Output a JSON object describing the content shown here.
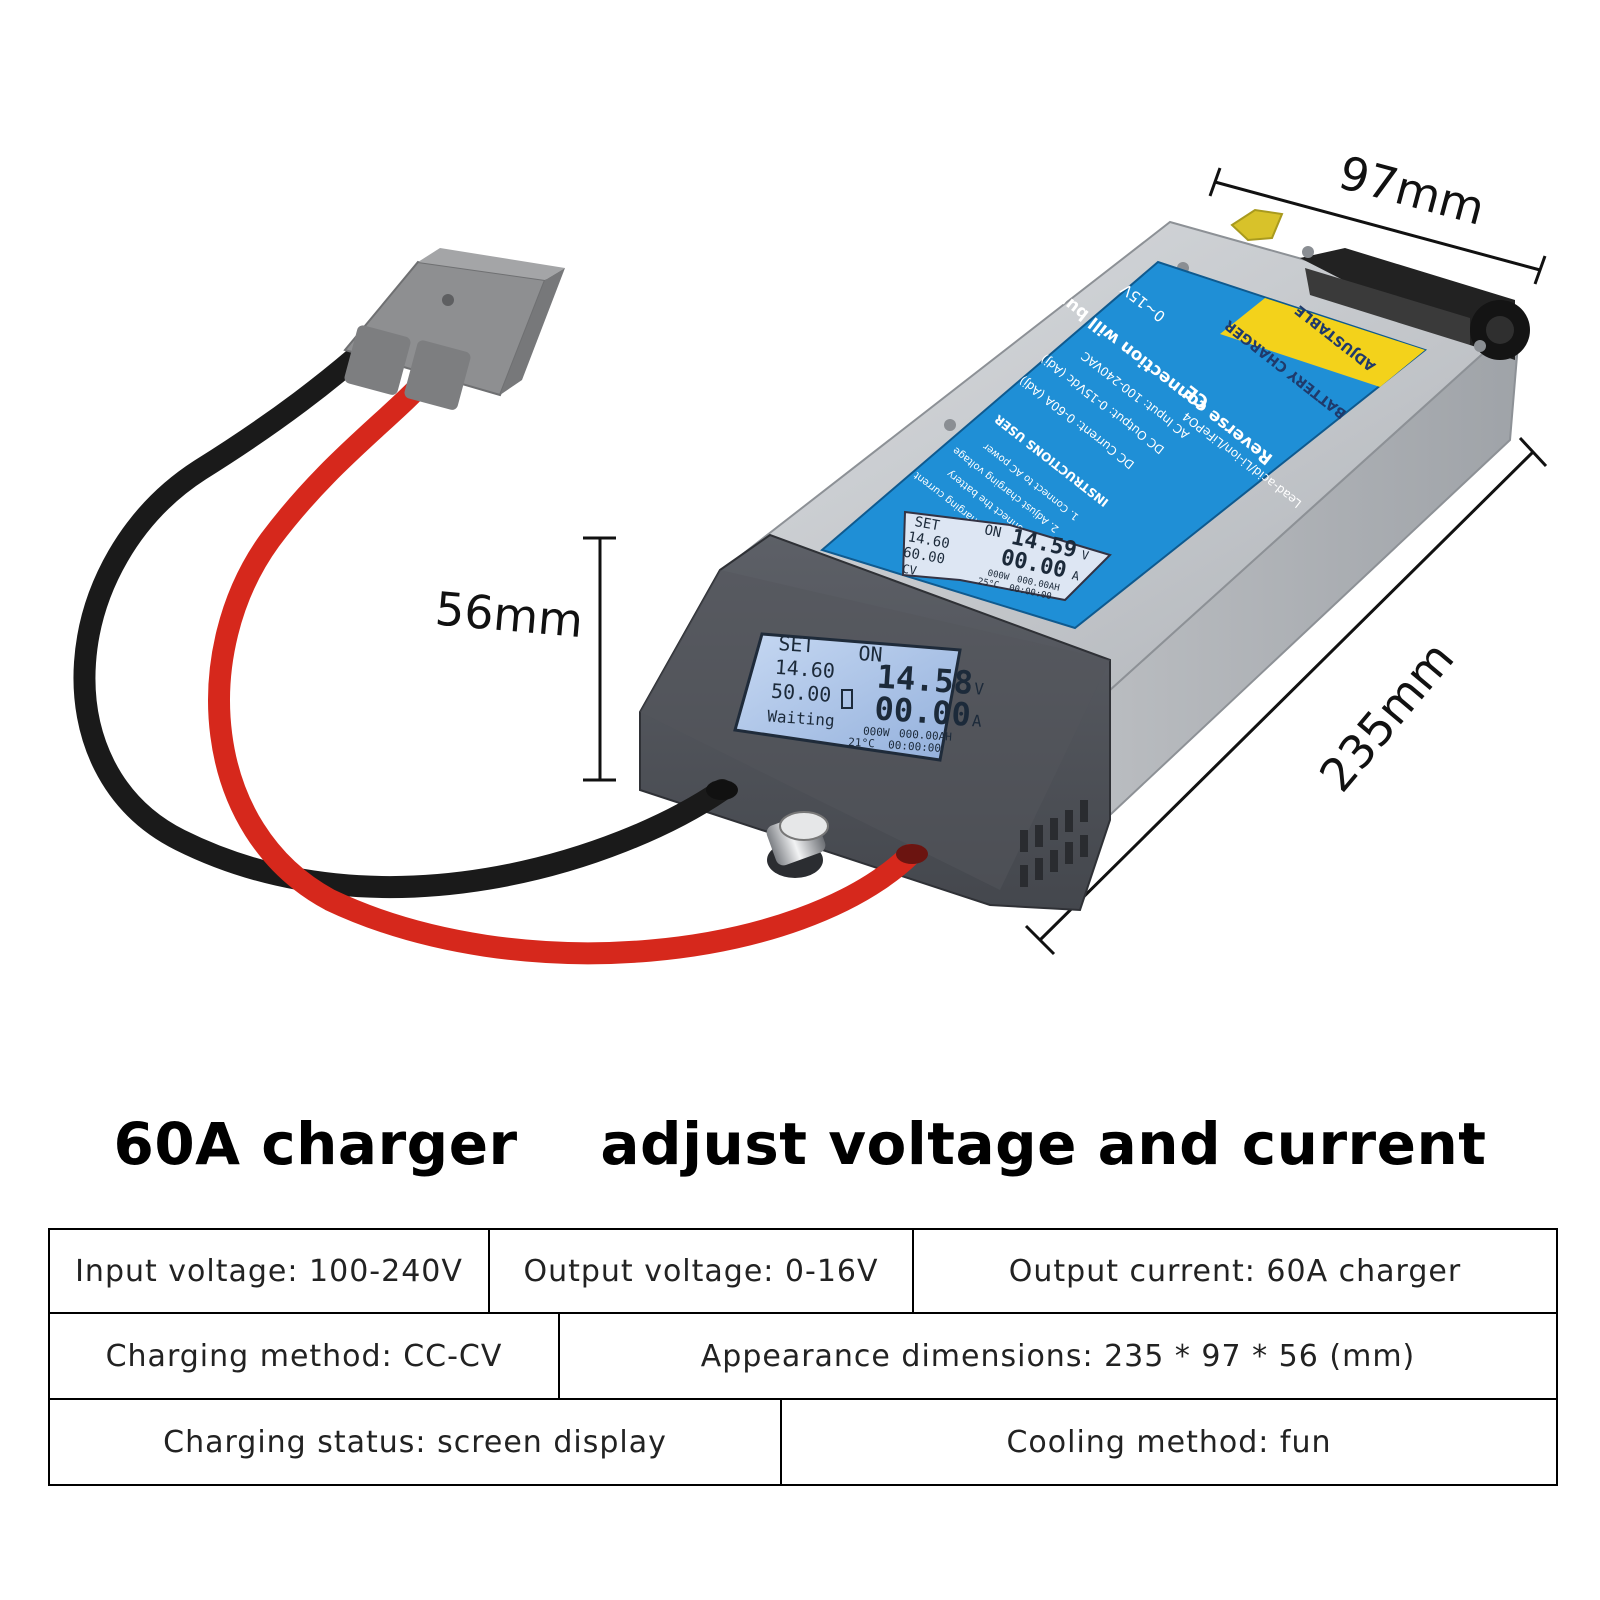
{
  "image": {
    "dimensions": {
      "width": "97mm",
      "height": "56mm",
      "length": "235mm"
    },
    "device_label": {
      "range": "0~15V",
      "adjustable": "ADJUSTABLE",
      "product": "BATTERY CHARGER",
      "warning": "Reverse connection will burn out",
      "ac_input": "AC Input: 100-240VAC",
      "dc_output": "DC Output: 0-15Vdc (Adj)",
      "dc_current": "DC Current: 0-60A (Adj)",
      "instructions_title": "INSTRUCTIONS USER",
      "instructions": [
        "1. Connect to AC power",
        "2. Adjust charging voltage",
        "3. Connect the battery",
        "4. Adjust charging current"
      ],
      "battery_types": "Lead-acid/Li-ion/LiFePO4",
      "ce_mark": "CE"
    },
    "label_screen": {
      "set": "SET",
      "on": "ON",
      "set_voltage": "14.60",
      "set_current": "60.00",
      "mode": "CV",
      "voltage": "14.59",
      "voltage_unit": "V",
      "current": "00.00",
      "current_unit": "A",
      "power": "000W",
      "energy": "000.00AH",
      "temp": "25°C",
      "time": "00:00:00"
    },
    "front_screen": {
      "set": "SET",
      "on": "ON",
      "set_voltage": "14.60",
      "set_current": "50.00",
      "voltage": "14.58",
      "voltage_unit": "V",
      "current": "00.00",
      "current_unit": "A",
      "status": "Waiting",
      "power": "000W",
      "energy": "000.00AH",
      "temp": "21°C",
      "time": "00:00:00"
    }
  },
  "headline": {
    "left": "60A charger",
    "right": "adjust voltage and current"
  },
  "specs": {
    "rows": [
      {
        "cells": [
          "Input voltage: 100-240V",
          "Output voltage: 0-16V",
          "Output current: 60A charger"
        ]
      },
      {
        "cells": [
          "Charging method: CC-CV",
          "Appearance dimensions: 235 * 97 * 56 (mm)"
        ]
      },
      {
        "cells": [
          "Charging status: screen display",
          "Cooling method: fun"
        ]
      }
    ]
  },
  "colors": {
    "label_blue": "#1f8fd6",
    "label_yellow": "#f3d21b",
    "housing_silver": "#bfc3c8",
    "front_panel": "#4b4e55",
    "lcd": "#a9c3e8",
    "wire_red": "#d6281c",
    "wire_black": "#1a1a1a",
    "connector_grey": "#8e8f91"
  }
}
